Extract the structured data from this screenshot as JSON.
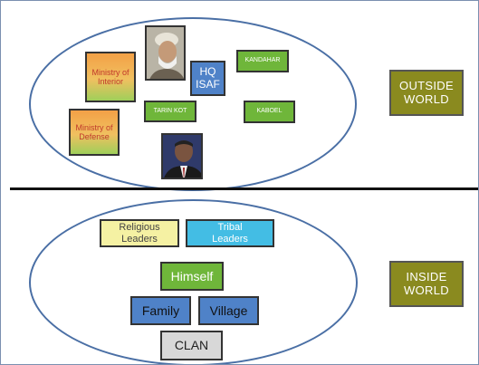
{
  "outside": {
    "boxes": {
      "ministry_interior": "Ministry of Interior",
      "ministry_defense": "Ministry of Defense",
      "hq_isaf": "HQ ISAF",
      "kandahar": "KANDAHAR",
      "tarin_kot": "TARIN KOT",
      "kabul": "KABOEL"
    },
    "label": "OUTSIDE WORLD"
  },
  "inside": {
    "boxes": {
      "religious": "Religious Leaders",
      "tribal": "Tribal Leaders",
      "himself": "Himself",
      "family": "Family",
      "village": "Village",
      "clan": "CLAN"
    },
    "label": "INSIDE WORLD"
  },
  "colors": {
    "green": "#6fb63a",
    "olive": "#8a8a1f",
    "blue": "#4f82c8",
    "cyan": "#43bde4",
    "ellipse": "#4a6fa5"
  }
}
